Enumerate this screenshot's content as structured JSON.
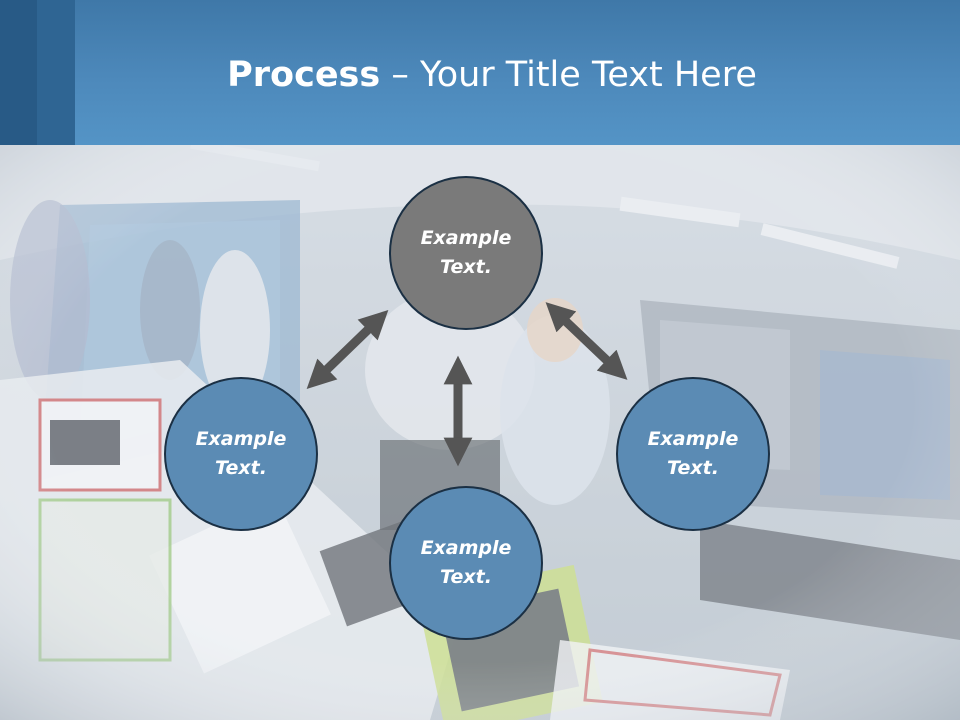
{
  "slide": {
    "title_bold": "Process",
    "title_rest": " – Your Title Text Here"
  },
  "diagram": {
    "top_node": "Example\nText.",
    "left_node": "Example\nText.",
    "right_node": "Example\nText.",
    "bottom_node": "Example\nText."
  },
  "colors": {
    "header": "#4d89bb",
    "node_blue": "#5b8bb4",
    "node_gray": "#7a7a7a",
    "arrow": "#555555"
  }
}
